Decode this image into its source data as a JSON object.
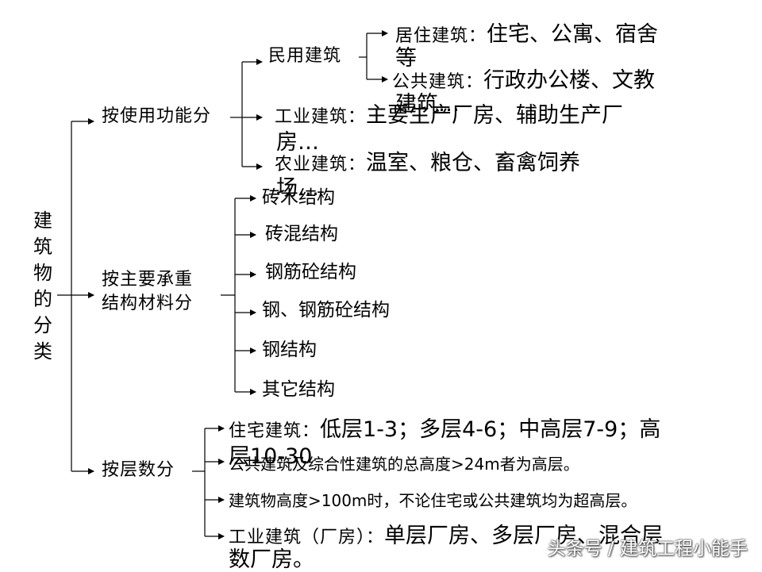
{
  "title": [
    "建",
    "筑",
    "物",
    "的",
    "分",
    "类"
  ],
  "category_use": "按使用功能分",
  "category_material": [
    "按主要承重",
    "结构材料分"
  ],
  "category_floors": "按层数分",
  "civil_label": "民用建筑",
  "residential_label": "居住建筑：",
  "residential_text": "住宅、公寓、宿舍",
  "residential_wrap": "等",
  "public_label": "公共建筑：",
  "public_text": "行政办公楼、文教",
  "public_wrap": "建筑…",
  "industrial_label": "工业建筑：",
  "industrial_text": "主要生产厂房、辅助生产厂",
  "industrial_wrap": "房…",
  "agri_label": "农业建筑：",
  "agri_text": "温室、粮仓、畜禽饲养",
  "agri_wrap": "场…",
  "materials": [
    "砖木结构",
    "砖混结构",
    "钢筋砼结构",
    "钢、钢筋砼结构",
    "钢结构",
    "其它结构"
  ],
  "floor_res_label": "住宅建筑：",
  "floor_res_text": "低层1-3；多层4-6；中高层7-9；高",
  "floor_res_wrap": "层10-30",
  "floor_public": "公共建筑及综合性建筑的总高度>24m者为高层。",
  "floor_super": "建筑物高度>100m时，不论住宅或公共建筑均为超高层。",
  "floor_ind_label": "工业建筑（厂房）：",
  "floor_ind_text": "单层厂房、多层厂房、混合层",
  "floor_ind_wrap": "数厂房。",
  "watermark": "头条号 / 建筑工程小能手"
}
